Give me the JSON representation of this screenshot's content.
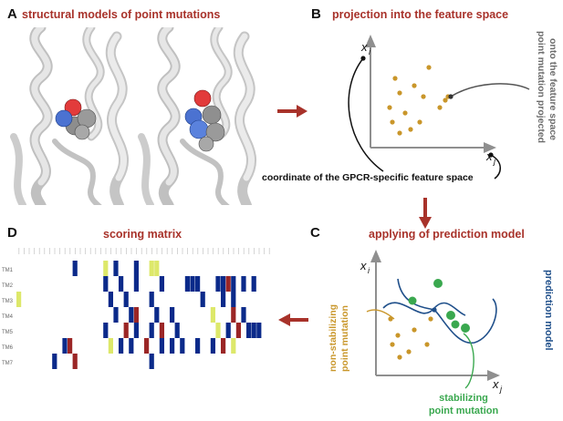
{
  "panels": {
    "a": {
      "letter": "A",
      "title": "structural models of point mutations"
    },
    "b": {
      "letter": "B",
      "title": "projection into the feature space",
      "axis_y": "x",
      "axis_y_sub": "i",
      "axis_x": "x",
      "axis_x_sub": "j",
      "mutation_note": [
        "point mutation projected",
        "onto the feature space"
      ],
      "coordinate_note": "coordinate of the GPCR-specific feature space"
    },
    "c": {
      "letter": "C",
      "title": "applying of prediction model",
      "axis_y": "x",
      "axis_y_sub": "i",
      "axis_x": "x",
      "axis_x_sub": "j",
      "model_note": "prediction model",
      "nonstab_note": [
        "non-stabilizing",
        "point mutation"
      ],
      "stab_note": [
        "stabilizing",
        "point mutation"
      ]
    },
    "d": {
      "letter": "D",
      "title": "scoring matrix",
      "row_labels": [
        "TM1",
        "TM2",
        "TM3",
        "TM4",
        "TM5",
        "TM6",
        "TM7"
      ]
    }
  },
  "colors": {
    "title": "#a8322a",
    "arrow": "#a8322a",
    "nonstab": "#c9962a",
    "stab": "#3aa84f",
    "model": "#1f4f8a",
    "matrix_blue": "#0b2a8a",
    "matrix_red": "#9b2626",
    "matrix_yellow": "#dde86a"
  },
  "chart_data": {
    "type": "heatmap",
    "rows": [
      "TM1",
      "TM2",
      "TM3",
      "TM4",
      "TM5",
      "TM6",
      "TM7"
    ],
    "columns": 50,
    "legend_values": {
      "B": "blue",
      "R": "red",
      "Y": "yellow"
    },
    "cells": [
      [
        [
          11,
          "B"
        ],
        [
          17,
          "Y"
        ],
        [
          19,
          "B"
        ],
        [
          23,
          "B"
        ],
        [
          26,
          "Y"
        ],
        [
          27,
          "Y"
        ]
      ],
      [
        [
          17,
          "B"
        ],
        [
          20,
          "B"
        ],
        [
          23,
          "B"
        ],
        [
          28,
          "B"
        ],
        [
          33,
          "B"
        ],
        [
          34,
          "B"
        ],
        [
          35,
          "B"
        ],
        [
          39,
          "B"
        ],
        [
          40,
          "B"
        ],
        [
          41,
          "R"
        ],
        [
          42,
          "B"
        ],
        [
          44,
          "B"
        ],
        [
          46,
          "B"
        ]
      ],
      [
        [
          0,
          "Y"
        ],
        [
          18,
          "B"
        ],
        [
          21,
          "B"
        ],
        [
          26,
          "B"
        ],
        [
          36,
          "B"
        ],
        [
          40,
          "B"
        ],
        [
          42,
          "B"
        ]
      ],
      [
        [
          19,
          "B"
        ],
        [
          22,
          "B"
        ],
        [
          23,
          "R"
        ],
        [
          27,
          "B"
        ],
        [
          30,
          "B"
        ],
        [
          38,
          "Y"
        ],
        [
          42,
          "R"
        ],
        [
          44,
          "B"
        ]
      ],
      [
        [
          17,
          "B"
        ],
        [
          21,
          "R"
        ],
        [
          23,
          "B"
        ],
        [
          26,
          "B"
        ],
        [
          28,
          "R"
        ],
        [
          31,
          "B"
        ],
        [
          39,
          "Y"
        ],
        [
          41,
          "B"
        ],
        [
          43,
          "R"
        ],
        [
          45,
          "B"
        ],
        [
          46,
          "B"
        ],
        [
          47,
          "B"
        ]
      ],
      [
        [
          9,
          "B"
        ],
        [
          10,
          "R"
        ],
        [
          18,
          "Y"
        ],
        [
          20,
          "B"
        ],
        [
          22,
          "B"
        ],
        [
          25,
          "R"
        ],
        [
          28,
          "B"
        ],
        [
          30,
          "B"
        ],
        [
          32,
          "B"
        ],
        [
          35,
          "B"
        ],
        [
          38,
          "B"
        ],
        [
          40,
          "R"
        ],
        [
          42,
          "Y"
        ]
      ],
      [
        [
          7,
          "B"
        ],
        [
          11,
          "R"
        ],
        [
          26,
          "B"
        ]
      ]
    ]
  }
}
